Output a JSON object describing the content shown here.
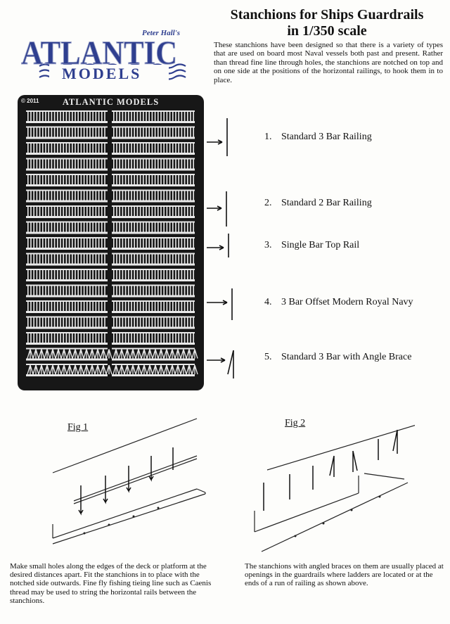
{
  "logo": {
    "byline": "Peter Hall's",
    "wordmark": "ATLANTIC",
    "models": "MODELS",
    "colors": {
      "blue": "#2f3f8f",
      "shadow": "#9aa2c8"
    }
  },
  "title": {
    "line1": "Stanchions for Ships Guardrails",
    "line2": "in 1/350 scale"
  },
  "intro": "These stanchions have been designed so that there is a variety of types that are used on board most Naval vessels both past and present. Rather than thread fine line through holes, the stanchions are notched on top and on one side at the positions of the horizontal railings, to hook them in to place.",
  "fret": {
    "copyright": "© 2011",
    "brand": "ATLANTIC MODELS",
    "colors": {
      "background": "#171717",
      "part": "#e9e9e9"
    }
  },
  "items": [
    {
      "number": "1.",
      "label": "Standard 3 Bar Railing"
    },
    {
      "number": "2.",
      "label": "Standard 2 Bar Railing"
    },
    {
      "number": "3.",
      "label": "Single Bar Top Rail"
    },
    {
      "number": "4.",
      "label": "3 Bar Offset Modern Royal Navy"
    },
    {
      "number": "5.",
      "label": "Standard 3 Bar with Angle Brace"
    }
  ],
  "figures": {
    "fig1": {
      "label": "Fig 1",
      "caption": "Make small holes along the edges of the deck or platform at the desired distances apart. Fit the stanchions in to place with the notched side outwards.  Fine fly fishing tieing line such as Caenis thread may be used to string the horizontal rails between the stanchions."
    },
    "fig2": {
      "label": "Fig 2",
      "caption": "The stanchions with angled braces on them are usually placed at openings in the guardrails where ladders are located or at the ends of a run of railing as shown above."
    }
  }
}
